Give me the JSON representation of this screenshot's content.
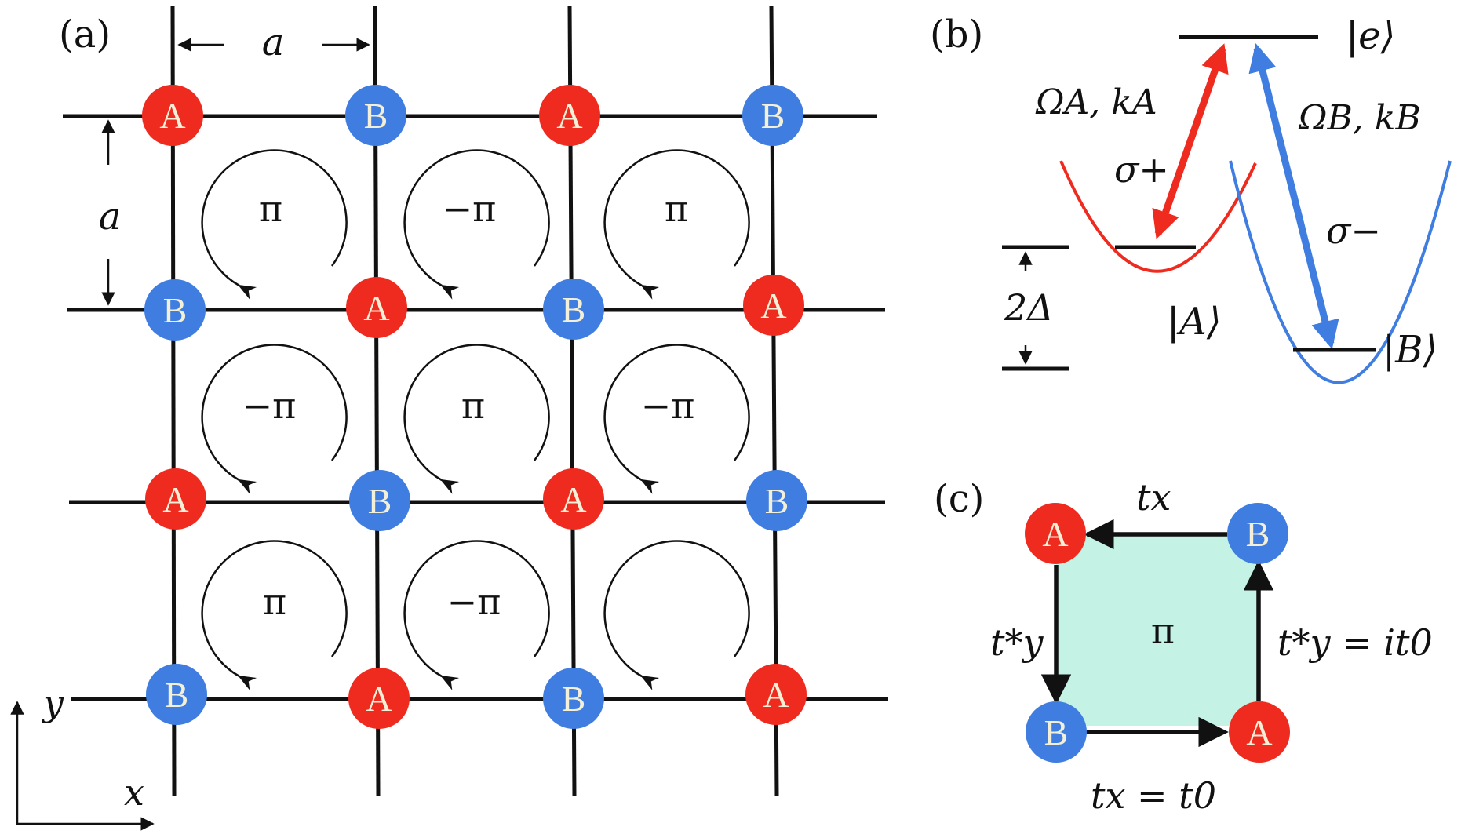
{
  "colors": {
    "A": "#ef2b1f",
    "B": "#3f7de0",
    "line": "#111111",
    "plaquette": "#c4f3e6"
  },
  "panels": {
    "a": {
      "label": "(a)",
      "site_grid": [
        [
          "A",
          "B",
          "A",
          "B"
        ],
        [
          "B",
          "A",
          "B",
          "A"
        ],
        [
          "A",
          "B",
          "A",
          "B"
        ],
        [
          "B",
          "A",
          "B",
          "A"
        ]
      ],
      "flux_grid": [
        [
          "π",
          "−π",
          "π"
        ],
        [
          "−π",
          "π",
          "−π"
        ],
        [
          "π",
          "−π",
          ""
        ]
      ],
      "spacing_x_label": "a",
      "spacing_y_label": "a",
      "axis_x": "x",
      "axis_y": "y"
    },
    "b": {
      "label": "(b)",
      "excited": "|e⟩",
      "ground_A": "|A⟩",
      "ground_B": "|B⟩",
      "beam_A": "ΩA, kA",
      "beam_B": "ΩB, kB",
      "pol_A": "σ+",
      "pol_B": "σ−",
      "gap": "2Δ"
    },
    "c": {
      "label": "(c)",
      "sites": [
        "A",
        "B",
        "B",
        "A"
      ],
      "flux": "π",
      "top_hop": "tx",
      "bottom_hop": "tx = t0",
      "left_hop": "t*y",
      "right_hop": "t*y = it0"
    }
  }
}
